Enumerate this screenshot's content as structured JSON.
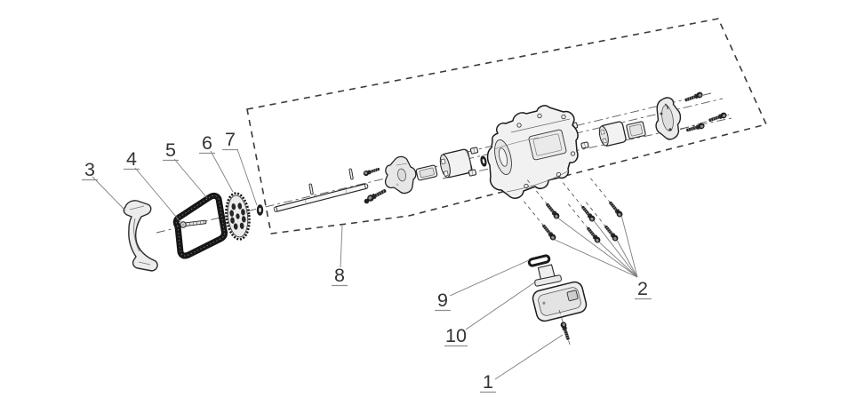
{
  "diagram": {
    "background_color": "#ffffff",
    "line_color": "#222222",
    "dark_part_color": "#1a1a1a",
    "light_part_fill": "#f0f0f0",
    "leader_line_color": "#7d7d7d",
    "callout_text_color": "#333333",
    "callout_underline_color": "#8f8f8f",
    "callouts": {
      "c1": {
        "label": "1"
      },
      "c2": {
        "label": "2"
      },
      "c3": {
        "label": "3"
      },
      "c4": {
        "label": "4"
      },
      "c5": {
        "label": "5"
      },
      "c6": {
        "label": "6"
      },
      "c7": {
        "label": "7"
      },
      "c8": {
        "label": "8"
      },
      "c9": {
        "label": "9"
      },
      "c10": {
        "label": "10"
      }
    }
  }
}
